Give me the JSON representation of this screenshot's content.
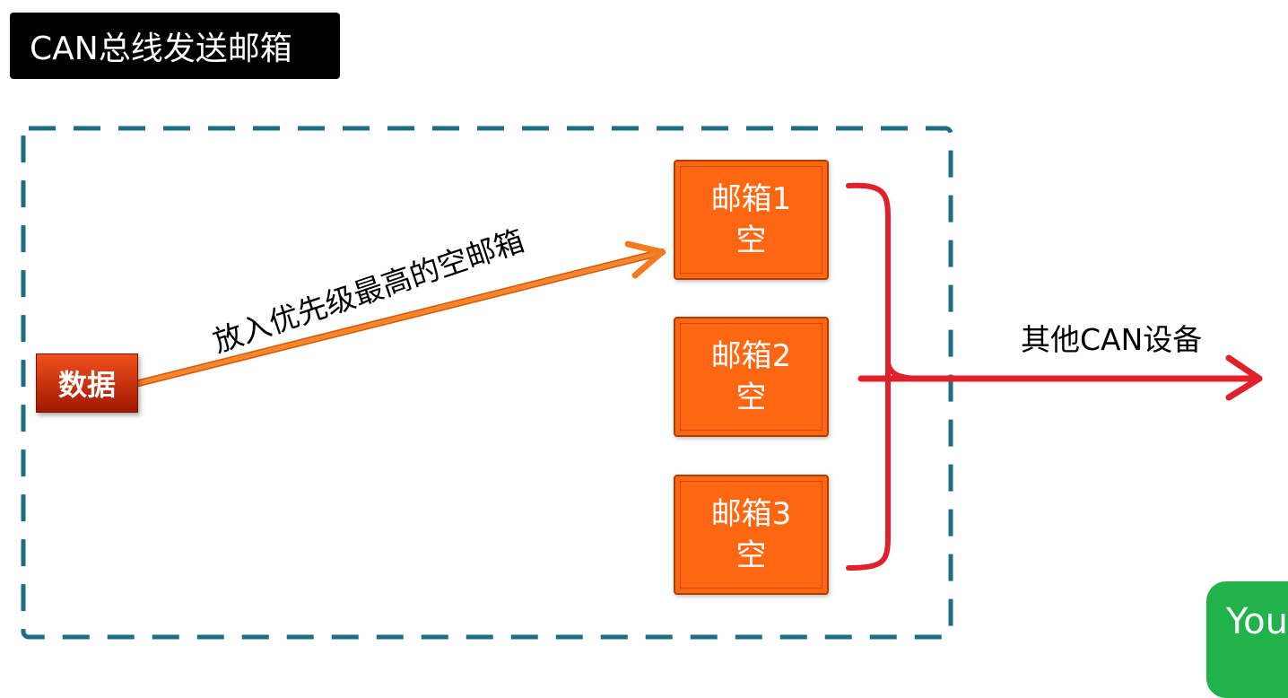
{
  "title": "CAN总线发送邮箱",
  "data_block": {
    "label": "数据"
  },
  "arrow_label": "放入优先级最高的空邮箱",
  "mailboxes": [
    {
      "name": "邮箱1",
      "status": "空"
    },
    {
      "name": "邮箱2",
      "status": "空"
    },
    {
      "name": "邮箱3",
      "status": "空"
    }
  ],
  "bus_label": "其他CAN设备",
  "badge_text": "You",
  "colors": {
    "title_bg": "#000000",
    "dashed_border": "#1d6e85",
    "mailbox_fill": "#ff6611",
    "data_fill": "#d2360a",
    "arrow_orange": "#f57a1e",
    "bus_red": "#e0202a",
    "badge_green": "#21b24b"
  }
}
